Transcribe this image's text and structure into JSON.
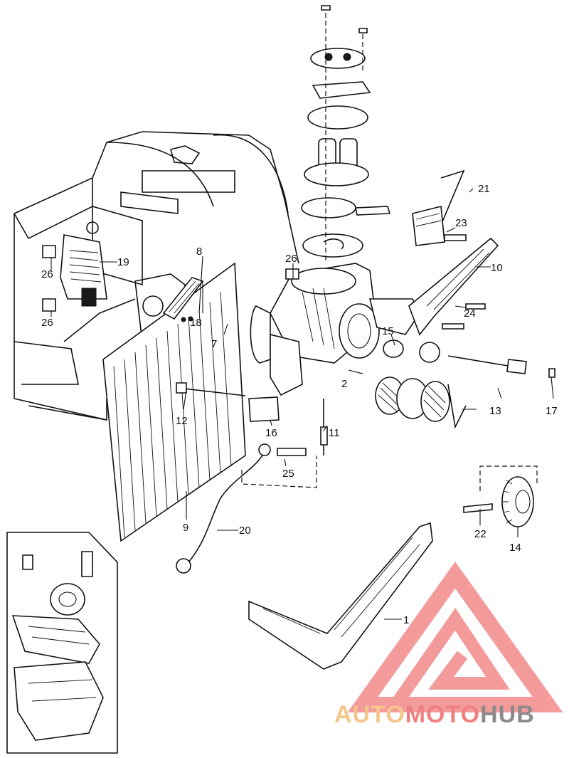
{
  "callouts": [
    "1",
    "2",
    "7",
    "8",
    "9",
    "10",
    "11",
    "12",
    "13",
    "14",
    "15",
    "16",
    "17",
    "18",
    "19",
    "20",
    "21",
    "22",
    "23",
    "24",
    "25",
    "26",
    "26",
    "26"
  ],
  "watermark": {
    "brand_part1": "AUTO",
    "brand_part2": "MOTO",
    "brand_part3": "HUB",
    "colors": {
      "auto": "#f5c68c",
      "moto": "#f08080",
      "hub": "#8a8a8a",
      "triangle": "#f07a7a"
    }
  }
}
